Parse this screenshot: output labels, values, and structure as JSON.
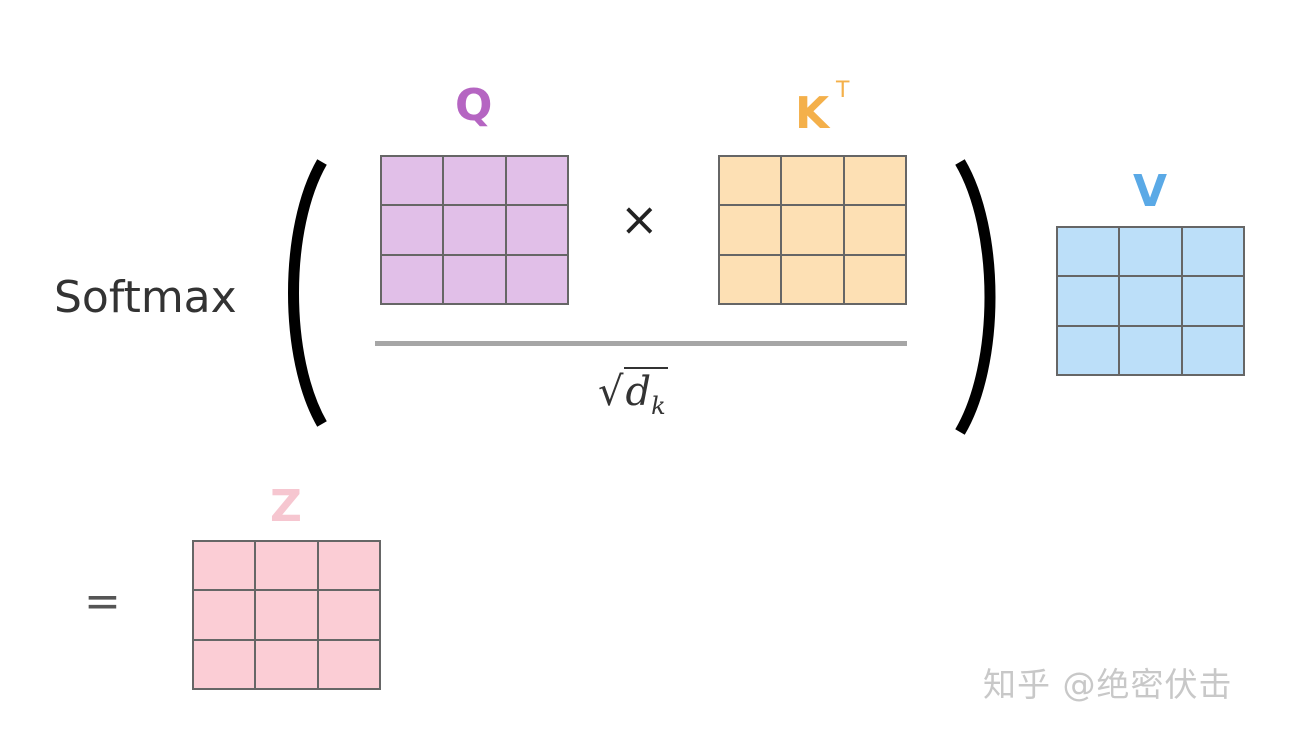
{
  "formula": {
    "function_label": "Softmax",
    "operator_times": "×",
    "operator_equals": "=",
    "denominator": {
      "radical": "√",
      "base": "d",
      "subscript": "k"
    }
  },
  "matrices": {
    "q": {
      "label": "Q",
      "color": "#e1bfe8",
      "label_color": "#b565c2",
      "rows": 3,
      "cols": 3
    },
    "k": {
      "label": "K",
      "superscript": "T",
      "color": "#fde0b4",
      "label_color": "#f4b04a",
      "rows": 3,
      "cols": 3
    },
    "v": {
      "label": "V",
      "color": "#bcdff9",
      "label_color": "#5aa9e6",
      "rows": 3,
      "cols": 3
    },
    "z": {
      "label": "Z",
      "color": "#fbcdd5",
      "label_color": "#f6c6d0",
      "rows": 3,
      "cols": 3
    }
  },
  "watermark": {
    "text": "知乎 @绝密伏击"
  }
}
